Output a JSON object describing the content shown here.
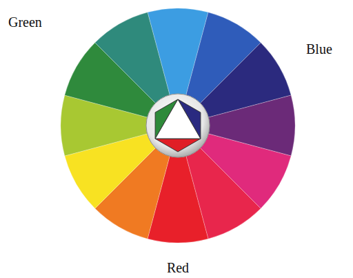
{
  "diagram": {
    "labels": [
      "Green",
      "Blue",
      "Red"
    ]
  }
}
